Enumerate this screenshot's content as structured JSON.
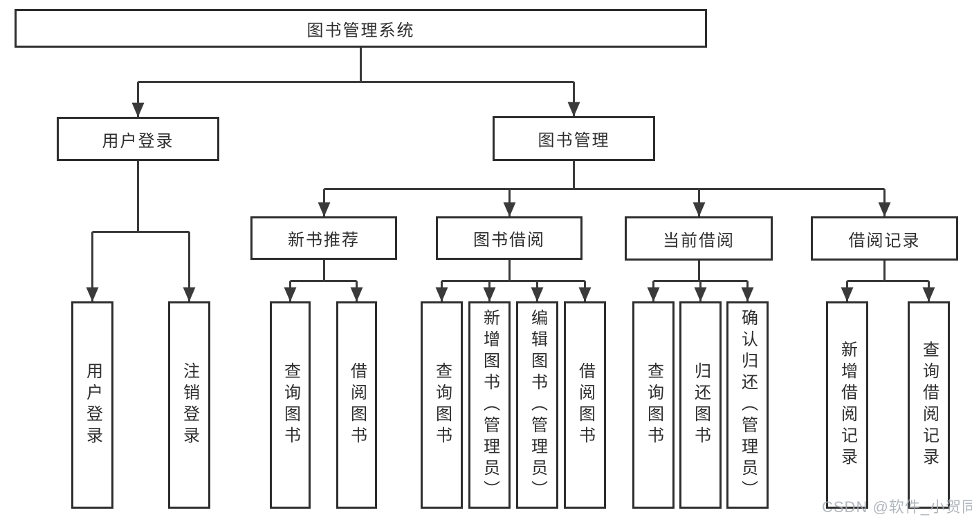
{
  "colors": {
    "line": "#3a3a3a",
    "box_border": "#2e2e2e",
    "box_fill": "#ffffff",
    "text": "#2d2d2d",
    "watermark": "#a4aab2"
  },
  "diagram": {
    "type": "hierarchy-flowchart",
    "root": {
      "label": "图书管理系统",
      "children": [
        {
          "label": "用户登录",
          "children": [
            {
              "label": "用户登录"
            },
            {
              "label": "注销登录"
            }
          ]
        },
        {
          "label": "图书管理",
          "children": [
            {
              "label": "新书推荐",
              "children": [
                {
                  "label": "查询图书"
                },
                {
                  "label": "借阅图书"
                }
              ]
            },
            {
              "label": "图书借阅",
              "children": [
                {
                  "label": "查询图书"
                },
                {
                  "label": "新增图书（管理员）"
                },
                {
                  "label": "编辑图书（管理员）"
                },
                {
                  "label": "借阅图书"
                }
              ]
            },
            {
              "label": "当前借阅",
              "children": [
                {
                  "label": "查询图书"
                },
                {
                  "label": "归还图书"
                },
                {
                  "label": "确认归还（管理员）"
                }
              ]
            },
            {
              "label": "借阅记录",
              "children": [
                {
                  "label": "新增借阅记录"
                },
                {
                  "label": "查询借阅记录"
                }
              ]
            }
          ]
        }
      ]
    }
  },
  "watermark": {
    "text": "CSDN @软件_小贺同学"
  }
}
